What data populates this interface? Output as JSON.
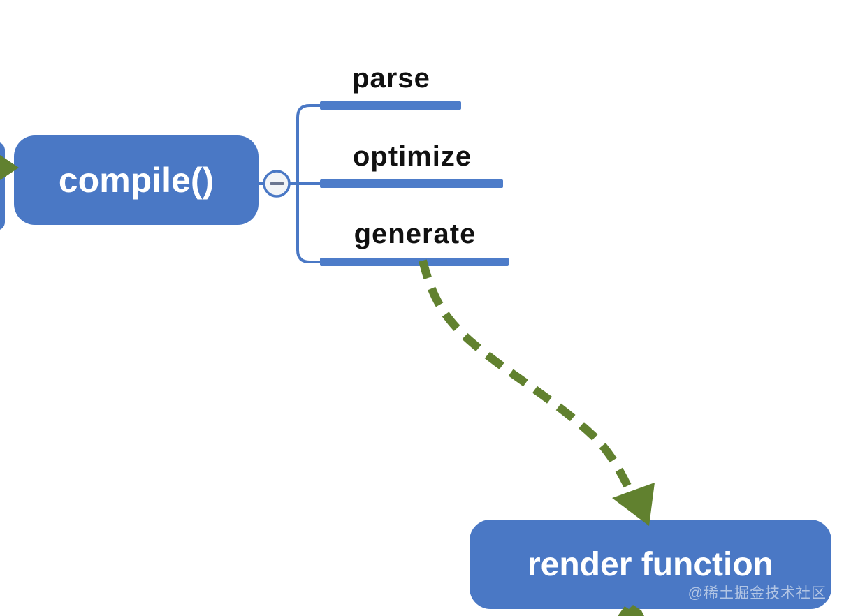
{
  "diagram": {
    "root_node": {
      "label": "compile()"
    },
    "branches": [
      {
        "label": "parse"
      },
      {
        "label": "optimize"
      },
      {
        "label": "generate"
      }
    ],
    "target_node": {
      "label": "render function"
    },
    "collapse_toggle": {
      "symbol": "−",
      "state": "expanded"
    }
  },
  "watermark": {
    "text": "@稀土掘金技术社区"
  },
  "colors": {
    "bg": "#ffffff",
    "node-blue": "#4a78c5",
    "branch-blue": "#4d7cc9",
    "arrow-green": "#61812f",
    "label-color": "#111111",
    "minus-color": "#6b7690",
    "toggle-fill": "#f2f4f7",
    "watermark-color": "rgba(234,238,245,0.65)"
  }
}
